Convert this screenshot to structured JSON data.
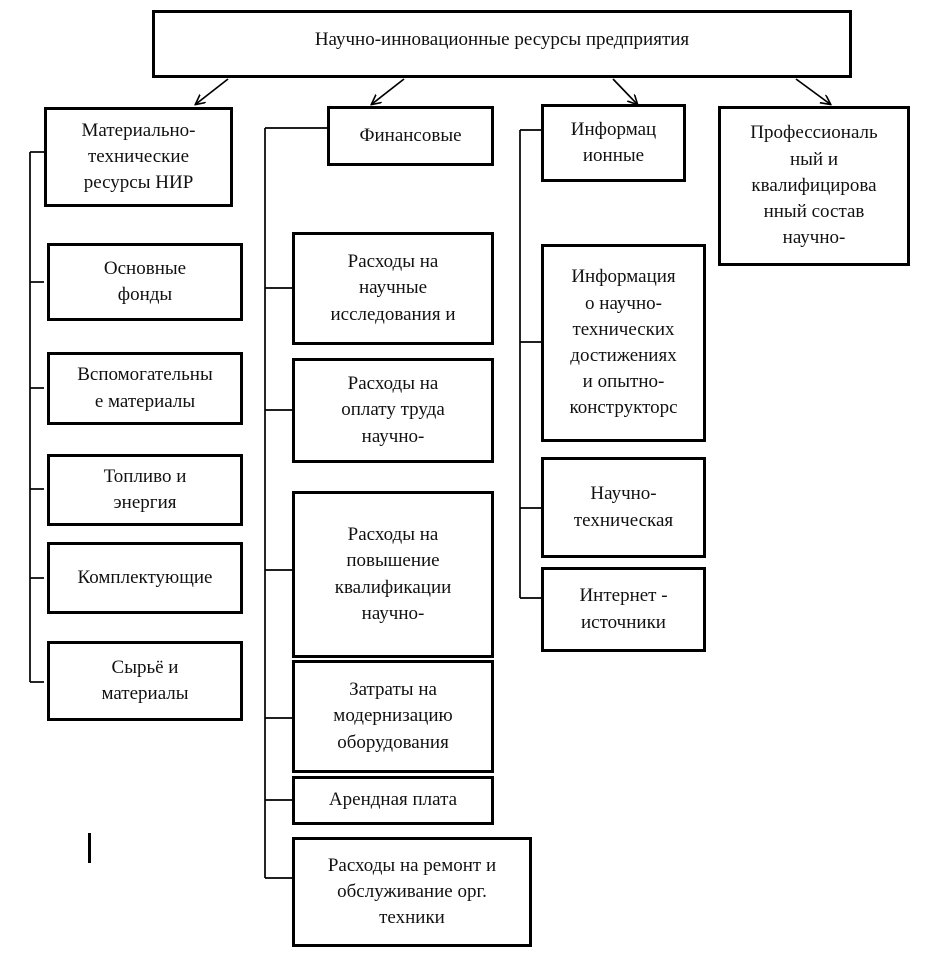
{
  "diagram": {
    "type": "hierarchy-tree",
    "title": "Научно-инновационные ресурсы предприятия",
    "root": {
      "label": "Научно-инновационные ресурсы предприятия"
    },
    "branches": [
      {
        "id": "material",
        "label": "Материально-\nтехнические\nресурсы НИР",
        "children": [
          {
            "label": "Основные\nфонды"
          },
          {
            "label": "Вспомогательны\nе материалы"
          },
          {
            "label": "Топливо и\nэнергия"
          },
          {
            "label": "Комплектующие"
          },
          {
            "label": "Сырьё и\nматериалы"
          }
        ]
      },
      {
        "id": "financial",
        "label": "Финансовые",
        "children": [
          {
            "label": "Расходы на\nнаучные\nисследования и"
          },
          {
            "label": "Расходы на\nоплату труда\nнаучно-"
          },
          {
            "label": "Расходы на\nповышение\nквалификации\nнаучно-"
          },
          {
            "label": "Затраты на\nмодернизацию\nоборудования"
          },
          {
            "label": "Арендная плата"
          },
          {
            "label": "Расходы на ремонт и\nобслуживание орг.\nтехники"
          }
        ]
      },
      {
        "id": "information",
        "label": "Информац\nионные",
        "children": [
          {
            "label": "Информация\nо научно-\nтехнических\nдостижениях\nи опытно-\nконструкторс"
          },
          {
            "label": "Научно-\nтехническая"
          },
          {
            "label": "Интернет -\nисточники"
          }
        ]
      },
      {
        "id": "personnel",
        "label": "Профессиональ\nный и\nквалифицирова\nнный состав\nнаучно-",
        "children": []
      }
    ],
    "colors": {
      "stroke": "#000000",
      "fill": "#ffffff",
      "text": "#111111"
    }
  }
}
